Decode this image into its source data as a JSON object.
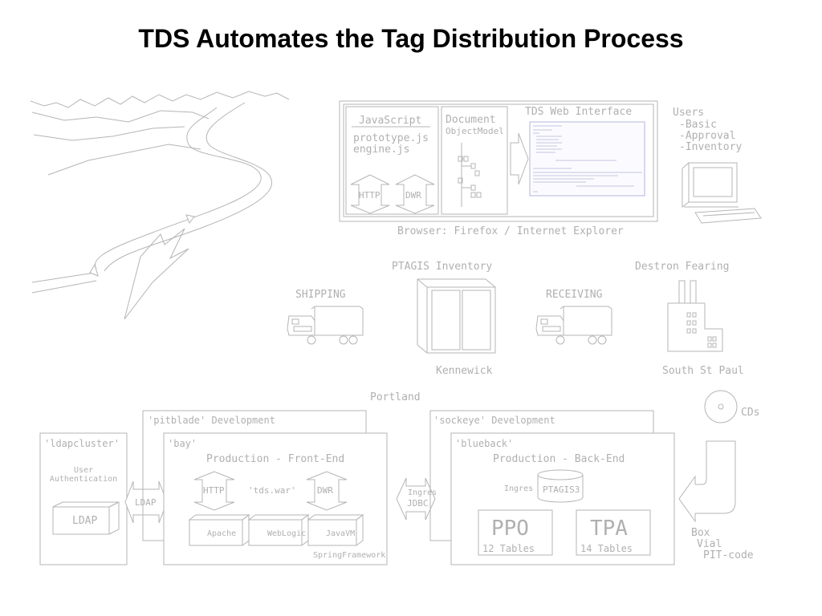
{
  "title": "TDS Automates the Tag Distribution Process",
  "browser": {
    "js_label": "JavaScript",
    "js_libs": [
      "prototype.js",
      "engine.js"
    ],
    "http": "HTTP",
    "dwr": "DWR",
    "dom_line1": "Document",
    "dom_line2": "ObjectModel",
    "web_interface": "TDS Web Interface",
    "caption": "Browser: Firefox / Internet Explorer"
  },
  "users": {
    "heading": "Users",
    "roles": [
      "-Basic",
      "-Approval",
      "-Inventory"
    ]
  },
  "logistics": {
    "inventory": "PTAGIS Inventory",
    "kennewick": "Kennewick",
    "shipping": "SHIPPING",
    "receiving": "RECEIVING",
    "vendor": "Destron Fearing",
    "vendor_city": "South St Paul",
    "portland": "Portland"
  },
  "servers": {
    "ldap_host": "'ldapcluster'",
    "user_auth_1": "User",
    "user_auth_2": "Authentication",
    "ldap": "LDAP",
    "ldap_arrow": "LDAP",
    "dev_front": "'pitblade'   Development",
    "prod_front_host": "'bay'",
    "prod_front": "Production - Front-End",
    "http": "HTTP",
    "war": "'tds.war'",
    "dwr": "DWR",
    "apache": "Apache",
    "weblogic": "WebLogic",
    "javavm": "JavaVM",
    "spring": "SpringFramework",
    "jdbc_1": "Ingres",
    "jdbc_2": "JDBC",
    "dev_back": "'sockeye'   Development",
    "prod_back_host": "'blueback'",
    "prod_back": "Production - Back-End",
    "ingres": "Ingres",
    "db": "PTAGIS3",
    "ppo": "PPO",
    "ppo_tables": "12 Tables",
    "tpa": "TPA",
    "tpa_tables": "14 Tables"
  },
  "media": {
    "cds": "CDs",
    "items": [
      "Box",
      "Vial",
      "PIT-code"
    ]
  }
}
